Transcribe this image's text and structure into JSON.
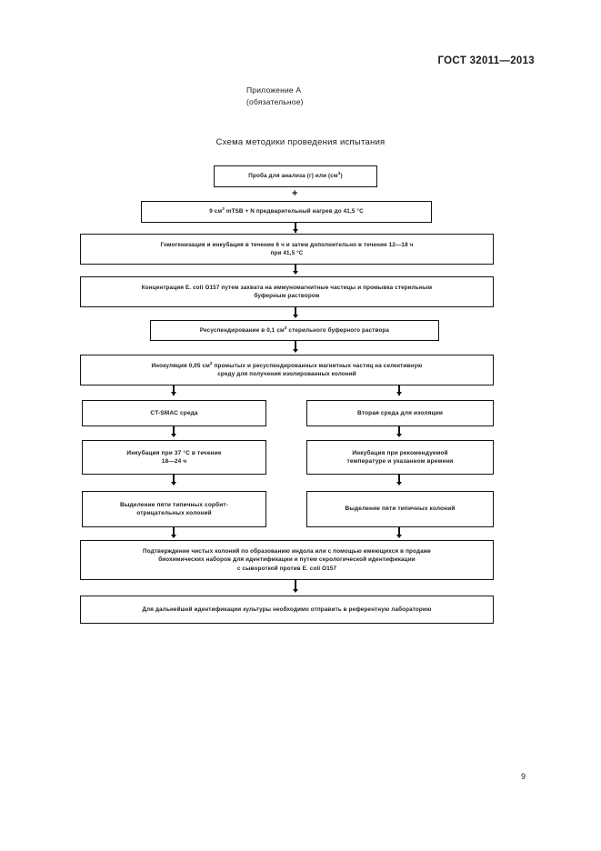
{
  "document": {
    "standard_header": "ГОСТ 32011—2013",
    "appendix_label": "Приложение А",
    "appendix_kind": "(обязательное)",
    "scheme_title": "Схема методики проведения испытания",
    "page_number": "9"
  },
  "flowchart": {
    "connector_plus": "+",
    "nodes": [
      {
        "id": "sample",
        "lines": [
          "Проба для анализа (г) или (см3)"
        ]
      },
      {
        "id": "mtsb",
        "lines": [
          "9 см3 mТSВ + N предварительный нагрев до 41,5 °С"
        ]
      },
      {
        "id": "homogenization",
        "lines": [
          "Гомогенизация и инкубация в течение 6 ч и затем дополнительно в течение 12—18 ч",
          "при 41,5 °С"
        ]
      },
      {
        "id": "concentration",
        "lines": [
          "Концентрация Е. coli О157 путем захвата на иммуномагнитные частицы и промывка стерильным",
          "буферным раствором"
        ]
      },
      {
        "id": "resuspension",
        "lines": [
          "Ресуспендирование в 0,1 см3 стерильного буферного раствора"
        ]
      },
      {
        "id": "inoculation",
        "lines": [
          "Инокуляция 0,05 см3 промытых и ресуспендированных магнитных частиц на селективную",
          "среду для получения изолированных колоний"
        ]
      },
      {
        "id": "ct-smac",
        "lines": [
          "CT-SMAC среда"
        ]
      },
      {
        "id": "second-medium",
        "lines": [
          "Вторая среда для изоляции"
        ]
      },
      {
        "id": "incubation-37",
        "lines": [
          "Инкубация при 37 °С в течение",
          "18—24 ч"
        ]
      },
      {
        "id": "incubation-recommended",
        "lines": [
          "Инкубация при рекомендуемой",
          "температуре и указанном времени"
        ]
      },
      {
        "id": "sorbitol-negative",
        "lines": [
          "Выделение пяти типичных сорбит-",
          "отрицательных колоний"
        ]
      },
      {
        "id": "typical-colonies",
        "lines": [
          "Выделение пяти типичных колоний"
        ]
      },
      {
        "id": "confirmation",
        "lines": [
          "Подтверждение чистых колоний по образованию индола или с помощью имеющихся в продаже",
          "биохимических наборов для идентификации и путем серологической идентификации",
          "с сывороткой против Е. coli О157"
        ]
      },
      {
        "id": "reference-lab",
        "lines": [
          "Для дальнейшей идентификации культуры необходимо отправить в референтную лабораторию"
        ]
      }
    ]
  },
  "colors": {
    "ink": "#111111",
    "paper": "#ffffff"
  }
}
